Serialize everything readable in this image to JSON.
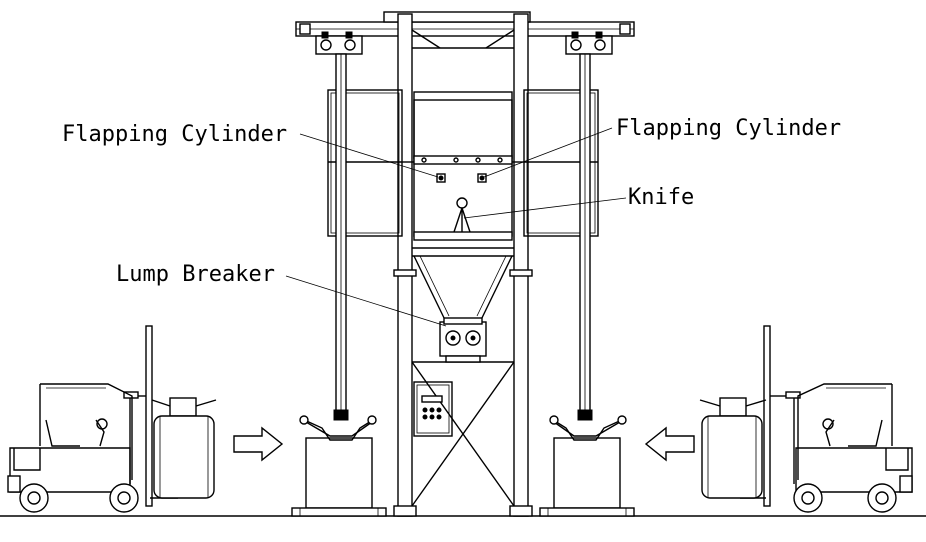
{
  "labels": {
    "flapping_cylinder_left": "Flapping Cylinder",
    "flapping_cylinder_right": "Flapping Cylinder",
    "knife": "Knife",
    "lump_breaker": "Lump Breaker"
  },
  "icons": {
    "arrow_left": "right-arrow-icon",
    "arrow_right": "left-arrow-icon",
    "forklift_left": "forklift-icon",
    "forklift_right": "forklift-icon"
  },
  "colors": {
    "line": "#000000",
    "background": "#ffffff"
  }
}
